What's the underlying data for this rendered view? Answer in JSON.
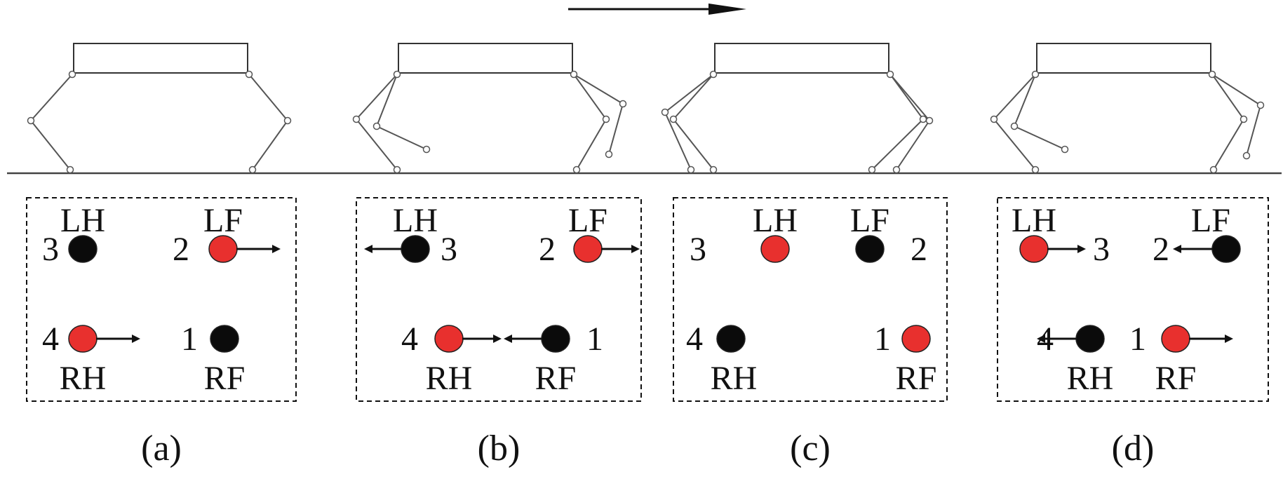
{
  "direction_arrow": {
    "icon": "arrow-right-icon"
  },
  "colors": {
    "swing_foot": "#e8302e",
    "stance_foot": "#0b0b0b",
    "ground": "#444444"
  },
  "panels": [
    {
      "caption": "(a)",
      "feet": [
        {
          "leg": "LH",
          "number": "3",
          "state": "stance",
          "arrow": "none"
        },
        {
          "leg": "LF",
          "number": "2",
          "state": "swing",
          "arrow": "right"
        },
        {
          "leg": "RH",
          "number": "4",
          "state": "swing",
          "arrow": "right"
        },
        {
          "leg": "RF",
          "number": "1",
          "state": "stance",
          "arrow": "none"
        }
      ]
    },
    {
      "caption": "(b)",
      "feet": [
        {
          "leg": "LH",
          "number": "3",
          "state": "stance",
          "arrow": "left"
        },
        {
          "leg": "LF",
          "number": "2",
          "state": "swing",
          "arrow": "right"
        },
        {
          "leg": "RH",
          "number": "4",
          "state": "swing",
          "arrow": "right"
        },
        {
          "leg": "RF",
          "number": "1",
          "state": "stance",
          "arrow": "left"
        }
      ]
    },
    {
      "caption": "(c)",
      "feet": [
        {
          "leg": "LH",
          "number": "3",
          "state": "swing",
          "arrow": "none"
        },
        {
          "leg": "LF",
          "number": "2",
          "state": "stance",
          "arrow": "none"
        },
        {
          "leg": "RH",
          "number": "4",
          "state": "stance",
          "arrow": "none"
        },
        {
          "leg": "RF",
          "number": "1",
          "state": "swing",
          "arrow": "none"
        }
      ]
    },
    {
      "caption": "(d)",
      "feet": [
        {
          "leg": "LH",
          "number": "3",
          "state": "swing",
          "arrow": "right"
        },
        {
          "leg": "LF",
          "number": "2",
          "state": "stance",
          "arrow": "left"
        },
        {
          "leg": "RH",
          "number": "4",
          "state": "stance",
          "arrow": "left"
        },
        {
          "leg": "RF",
          "number": "1",
          "state": "swing",
          "arrow": "right"
        }
      ]
    }
  ]
}
